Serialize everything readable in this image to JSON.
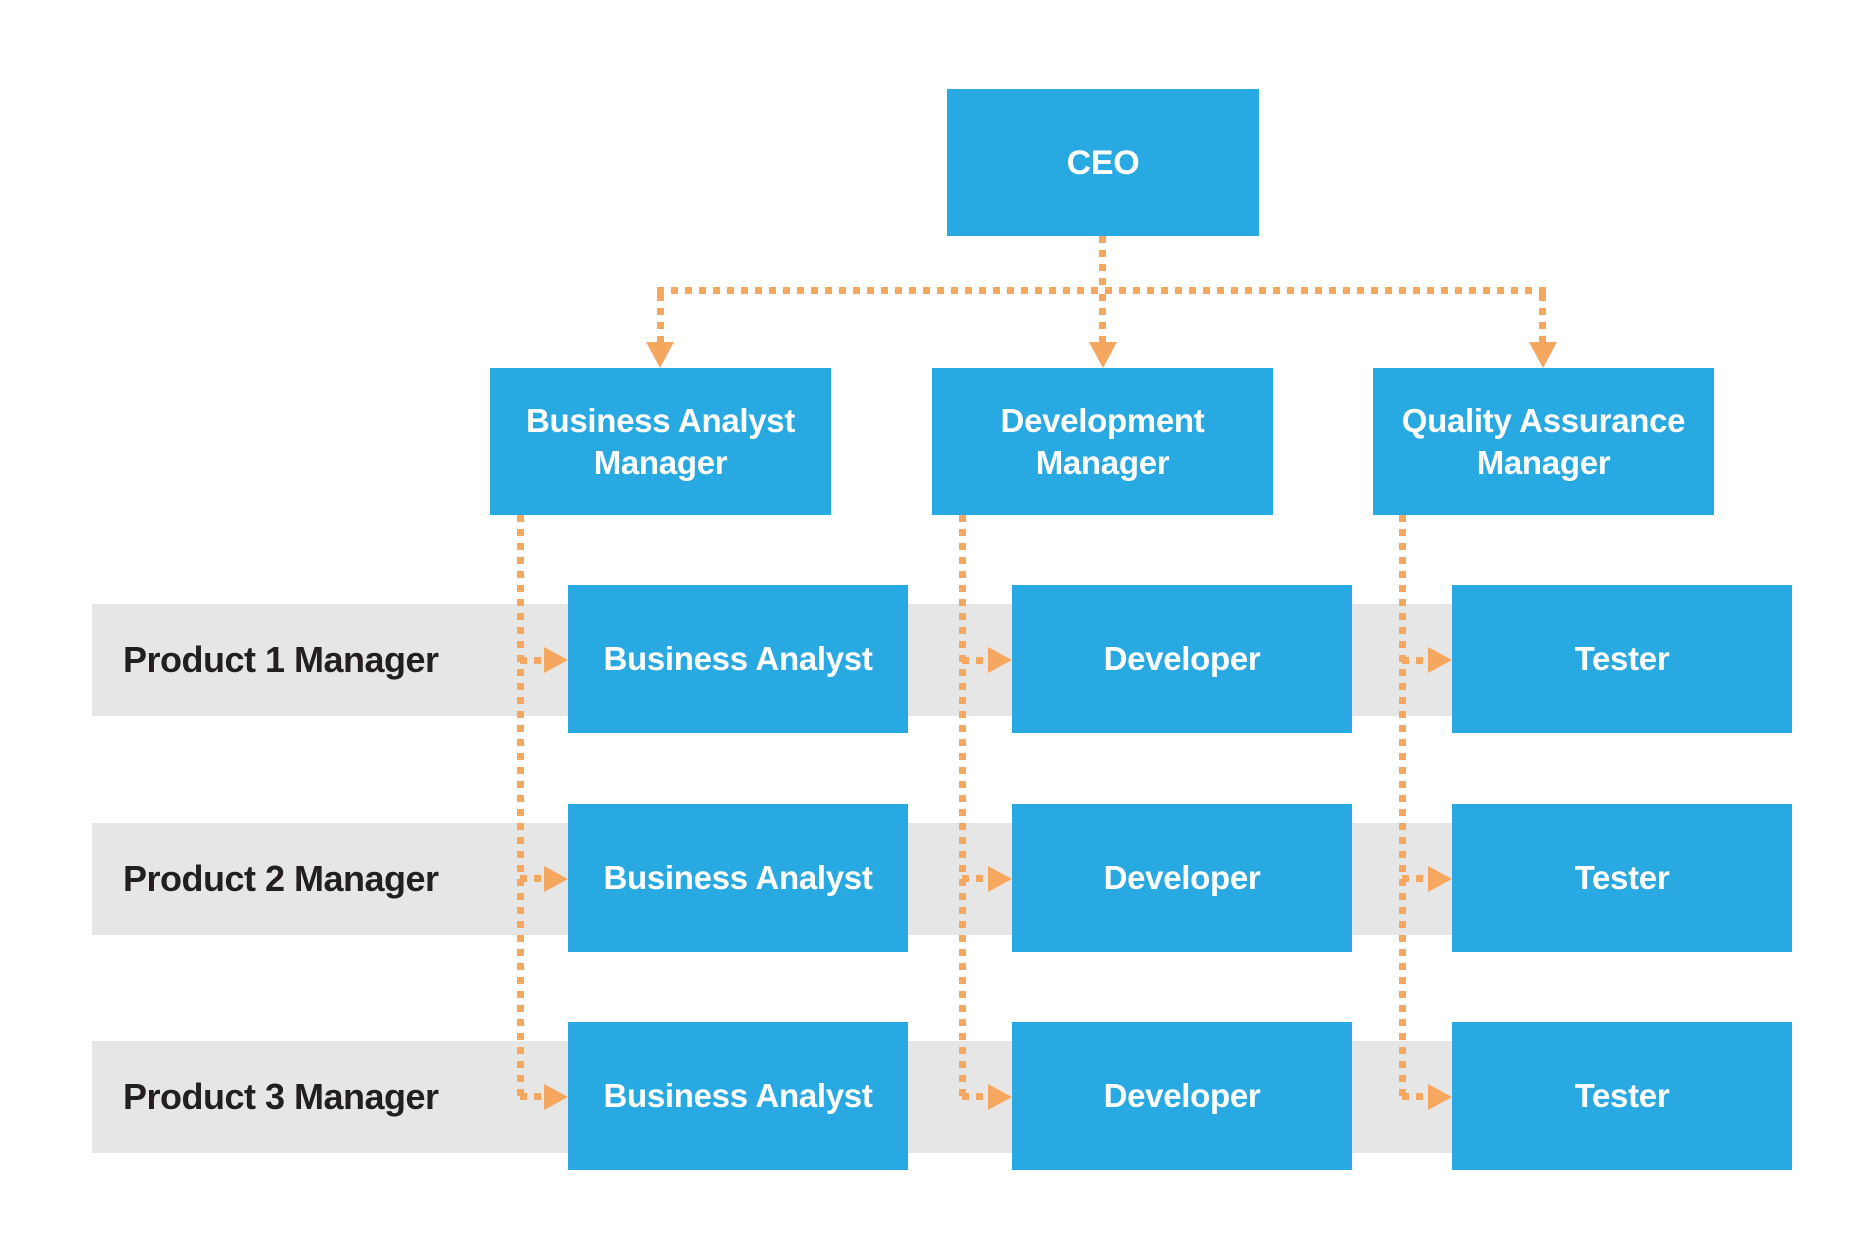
{
  "colors": {
    "box_blue": "#29A9E1",
    "box_text": "#FFFFFF",
    "connector_orange": "#F6A75F",
    "band_gray": "#E6E6E7",
    "label_dark": "#231F20"
  },
  "ceo": {
    "label": "CEO"
  },
  "managers": [
    {
      "label": "Business Analyst\nManager"
    },
    {
      "label": "Development\nManager"
    },
    {
      "label": "Quality Assurance\nManager"
    }
  ],
  "rows": [
    {
      "label": "Product 1 Manager",
      "roles": [
        "Business Analyst",
        "Developer",
        "Tester"
      ]
    },
    {
      "label": "Product 2 Manager",
      "roles": [
        "Business Analyst",
        "Developer",
        "Tester"
      ]
    },
    {
      "label": "Product 3 Manager",
      "roles": [
        "Business Analyst",
        "Developer",
        "Tester"
      ]
    }
  ]
}
